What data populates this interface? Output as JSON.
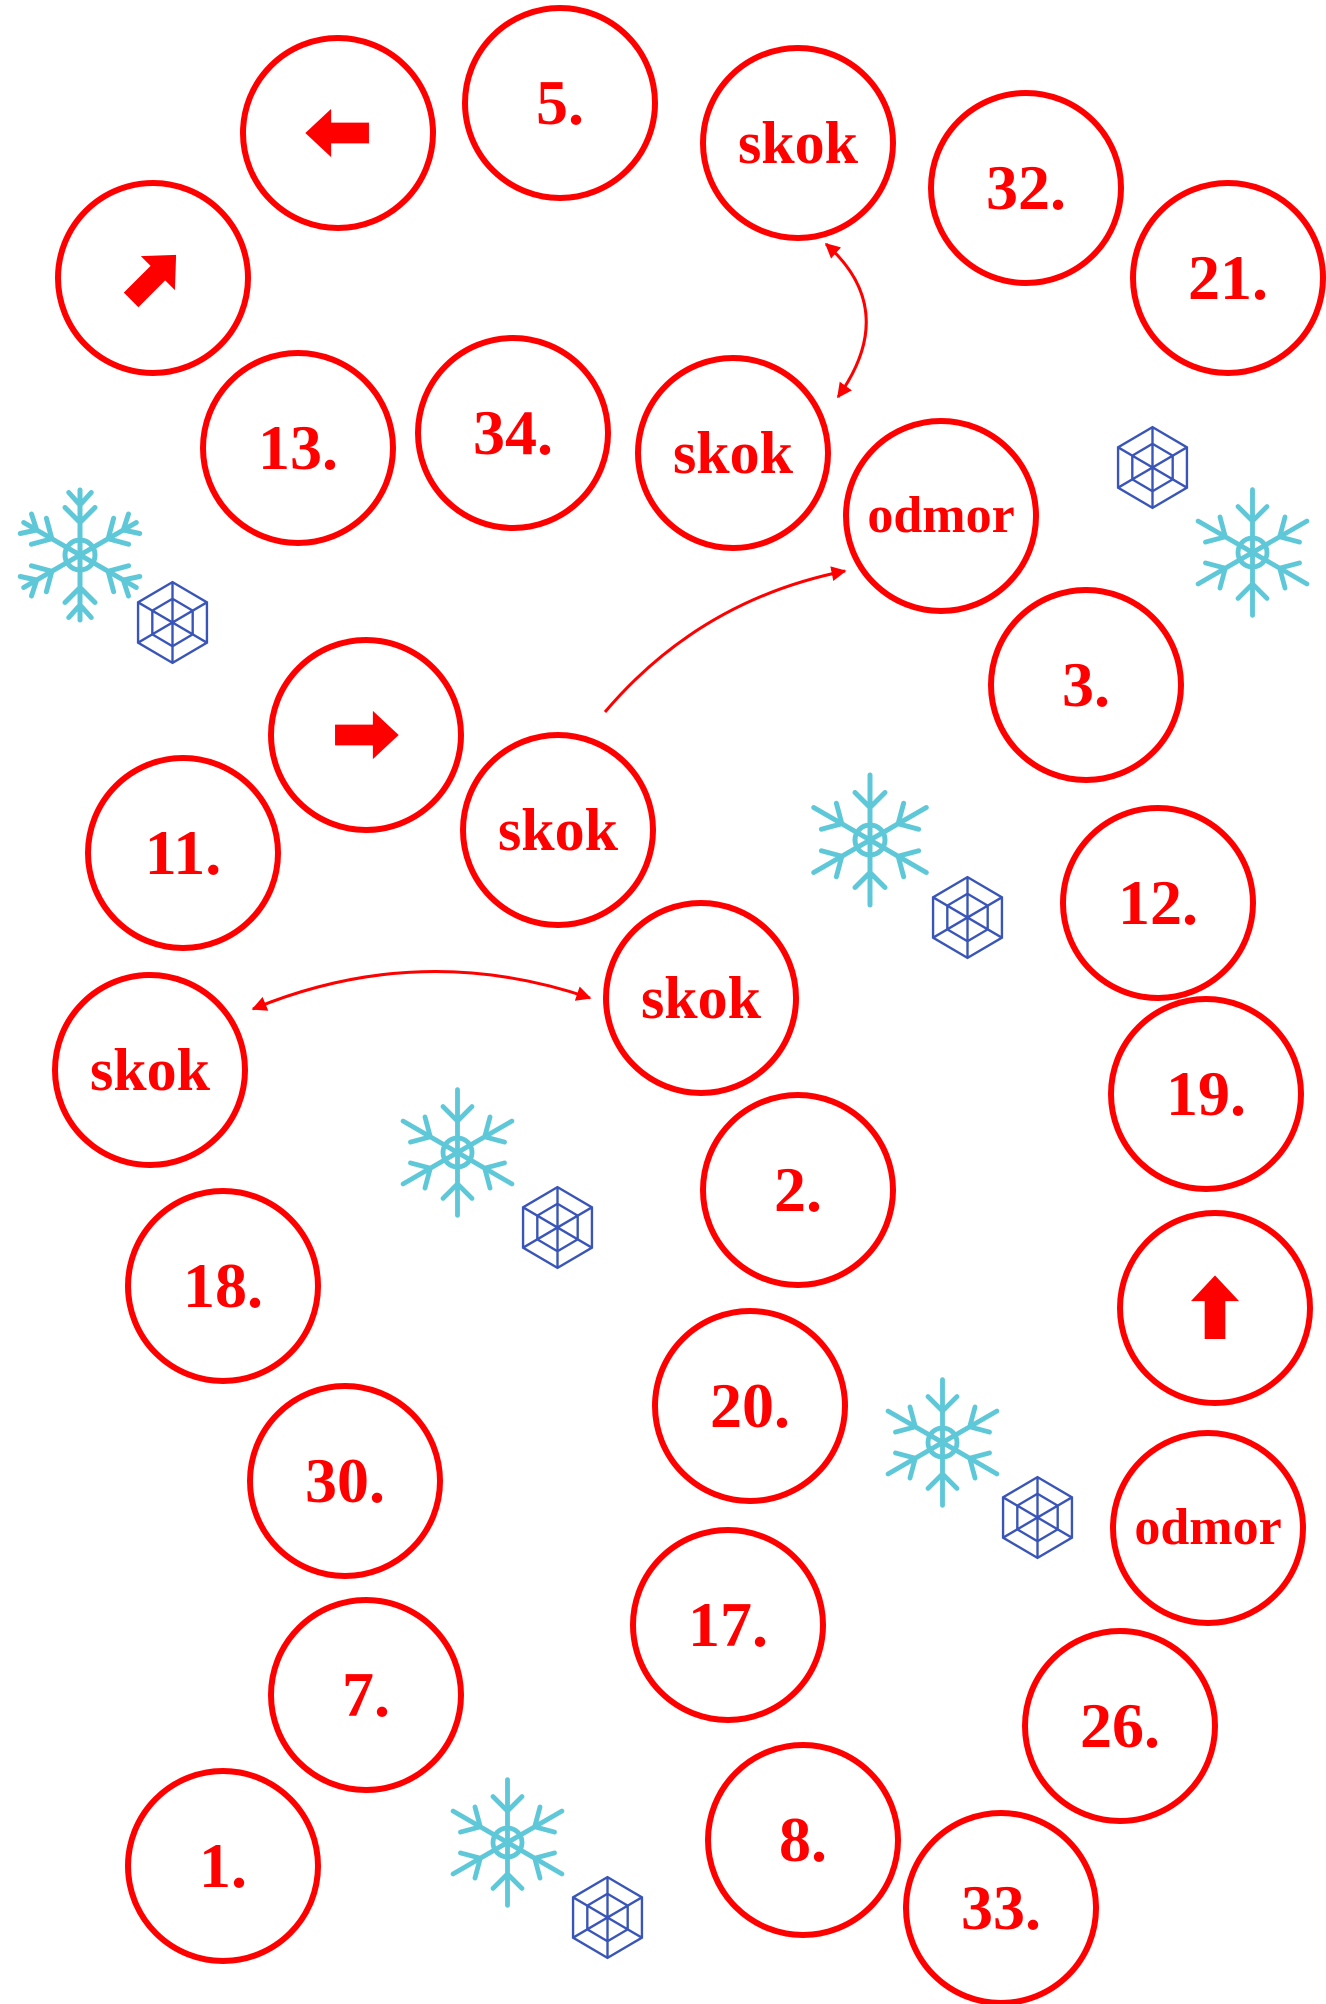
{
  "board": {
    "cells": [
      {
        "id": "left-arrow",
        "label": "",
        "icon": "arrow-left-icon"
      },
      {
        "id": "5",
        "label": "5."
      },
      {
        "id": "skok-top",
        "label": "skok"
      },
      {
        "id": "32",
        "label": "32."
      },
      {
        "id": "21",
        "label": "21."
      },
      {
        "id": "upright-arrow",
        "label": "",
        "icon": "arrow-up-right-icon"
      },
      {
        "id": "13",
        "label": "13."
      },
      {
        "id": "34",
        "label": "34."
      },
      {
        "id": "skok-upper",
        "label": "skok"
      },
      {
        "id": "odmor-upper",
        "label": "odmor"
      },
      {
        "id": "3",
        "label": "3."
      },
      {
        "id": "right-arrow",
        "label": "",
        "icon": "arrow-right-icon"
      },
      {
        "id": "skok-middle",
        "label": "skok"
      },
      {
        "id": "11",
        "label": "11."
      },
      {
        "id": "12",
        "label": "12."
      },
      {
        "id": "skok-center",
        "label": "skok"
      },
      {
        "id": "skok-left",
        "label": "skok"
      },
      {
        "id": "19",
        "label": "19."
      },
      {
        "id": "2",
        "label": "2."
      },
      {
        "id": "18",
        "label": "18."
      },
      {
        "id": "up-arrow",
        "label": "",
        "icon": "arrow-up-icon"
      },
      {
        "id": "20",
        "label": "20."
      },
      {
        "id": "30",
        "label": "30."
      },
      {
        "id": "odmor-lower",
        "label": "odmor"
      },
      {
        "id": "17",
        "label": "17."
      },
      {
        "id": "7",
        "label": "7."
      },
      {
        "id": "26",
        "label": "26."
      },
      {
        "id": "8",
        "label": "8."
      },
      {
        "id": "1",
        "label": "1."
      },
      {
        "id": "33",
        "label": "33."
      }
    ],
    "jump_links": [
      {
        "from": "skok-upper",
        "to": "skok-top",
        "direction": "both"
      },
      {
        "from": "skok-middle",
        "to": "odmor-upper",
        "direction": "forward"
      },
      {
        "from": "skok-left",
        "to": "skok-center",
        "direction": "both"
      }
    ],
    "colors": {
      "accent": "#ff0000",
      "snow_light": "#5ec8d8",
      "snow_dark": "#3a55b8"
    }
  }
}
